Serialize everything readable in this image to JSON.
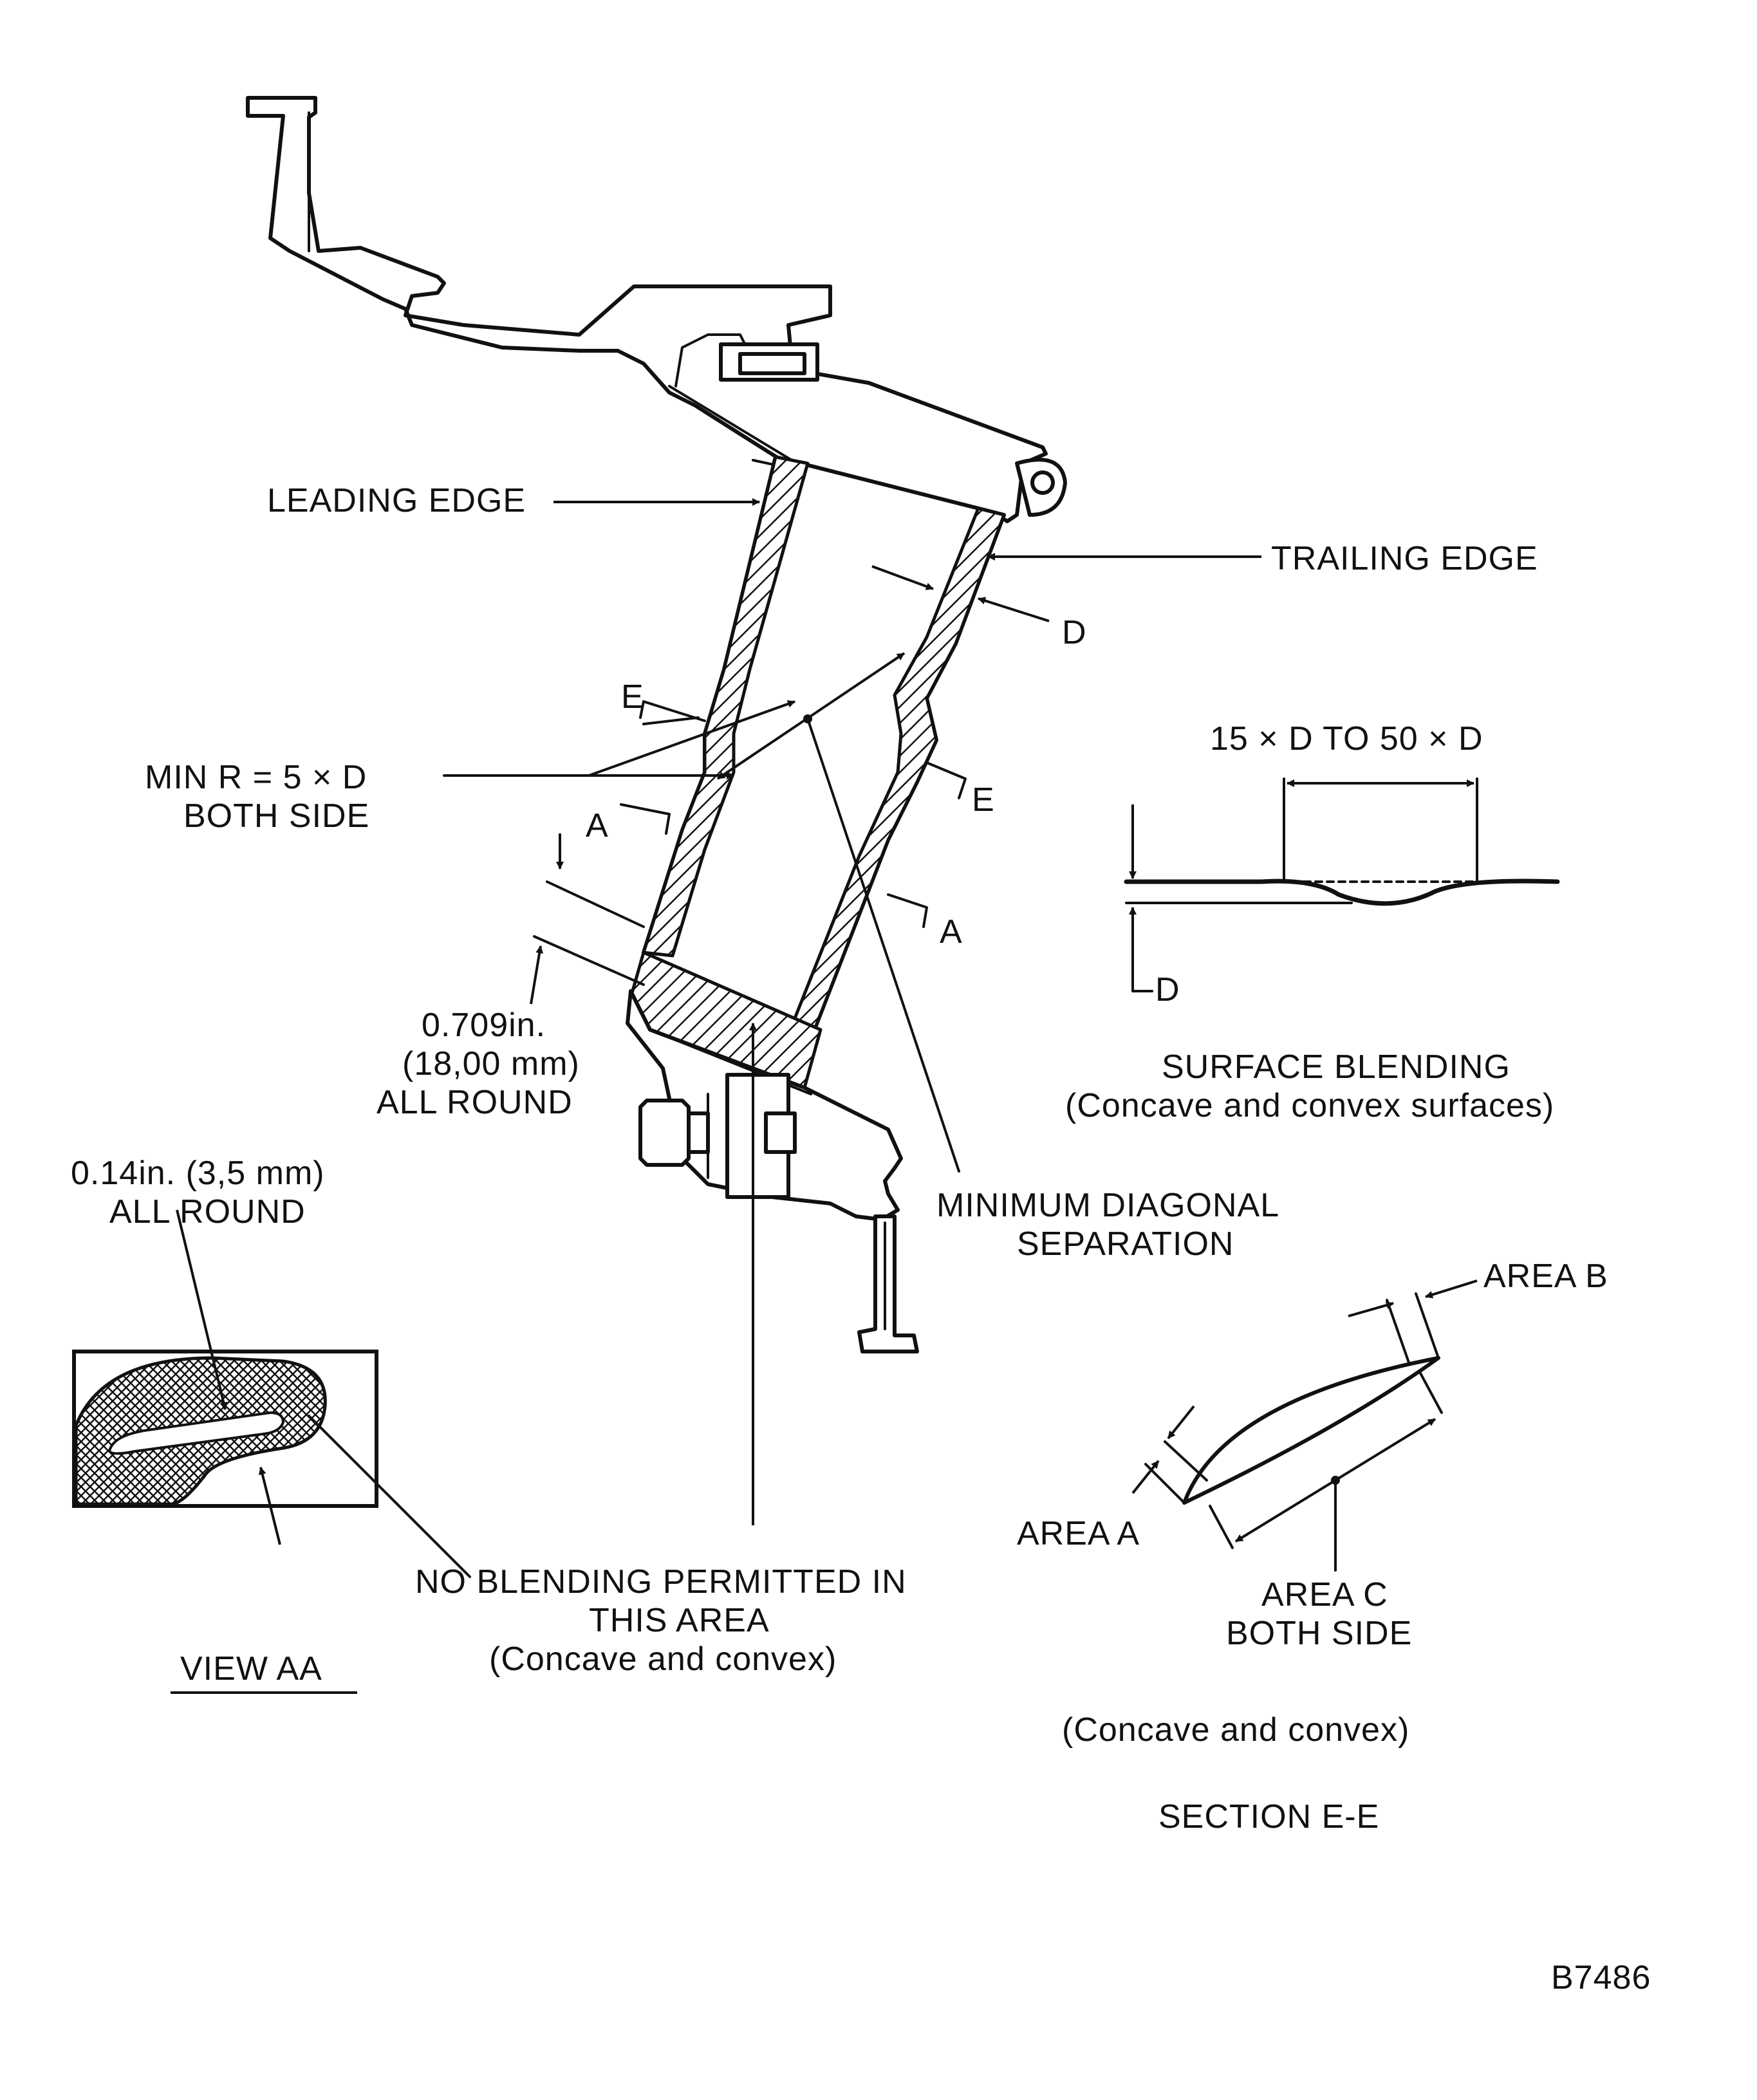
{
  "labels": {
    "leading_edge": "LEADING EDGE",
    "trailing_edge": "TRAILING EDGE",
    "d_marker_blade": "D",
    "e_marker_left": "E",
    "e_marker_right": "E",
    "a_marker_left": "A",
    "a_marker_right": "A",
    "min_r_line1": "MIN R = 5 × D",
    "min_r_line2": "BOTH SIDE",
    "dimension_line1": "0.709in.",
    "dimension_line2": "(18,00 mm)",
    "dimension_line3": "ALL ROUND",
    "view_dim_line1": "0.14in. (3,5 mm)",
    "view_dim_line2": "ALL ROUND",
    "view_title": "VIEW AA",
    "no_blend_line1": "NO BLENDING PERMITTED IN",
    "no_blend_line2": "THIS AREA",
    "no_blend_line3": "(Concave and convex)",
    "min_diag_line1": "MINIMUM DIAGONAL",
    "min_diag_line2": "SEPARATION",
    "blend_range": "15 × D  TO  50 × D",
    "d_marker_blend": "D",
    "surface_blending_line1": "SURFACE BLENDING",
    "surface_blending_line2": "(Concave and convex surfaces)",
    "area_a": "AREA A",
    "area_b": "AREA B",
    "area_c_line1": "AREA C",
    "area_c_line2": "BOTH SIDE",
    "section_note": "(Concave and convex)",
    "section_title": "SECTION E-E",
    "figure_id": "B7486"
  }
}
